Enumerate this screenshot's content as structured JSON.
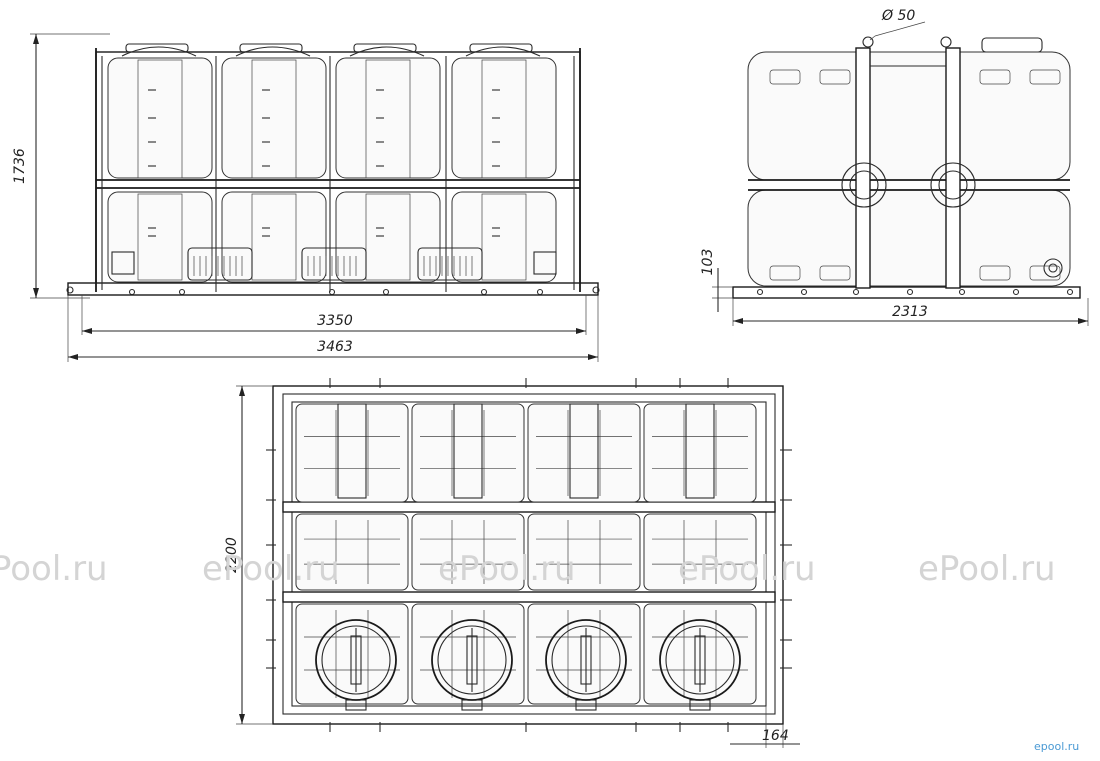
{
  "dimensions": {
    "front_height": "1736",
    "front_inner_width": "3350",
    "front_overall_width": "3463",
    "side_width": "2313",
    "side_base_height": "103",
    "nozzle_diameter": "Ø 50",
    "top_depth": "2200",
    "top_offset": "164"
  },
  "watermark": {
    "text": "ePool.ru",
    "logo": "epool.ru"
  },
  "colors": {
    "line": "#2a2a2a",
    "watermark": "#d4d4d4",
    "logo": "#4a9ad4"
  }
}
